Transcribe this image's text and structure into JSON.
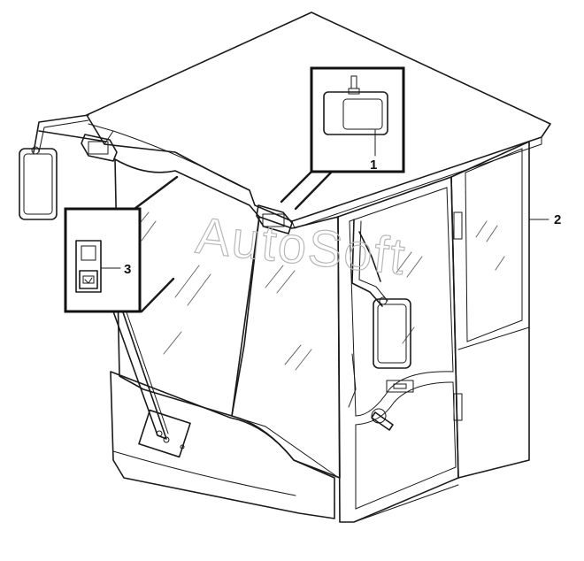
{
  "callouts": [
    {
      "id": "1",
      "label": "1"
    },
    {
      "id": "2",
      "label": "2"
    },
    {
      "id": "3",
      "label": "3"
    }
  ],
  "watermark": "AutoSoft",
  "icons": [
    "work-light-icon",
    "rocker-switch-icon",
    "rear-view-mirror-icon",
    "door-handle-icon"
  ]
}
